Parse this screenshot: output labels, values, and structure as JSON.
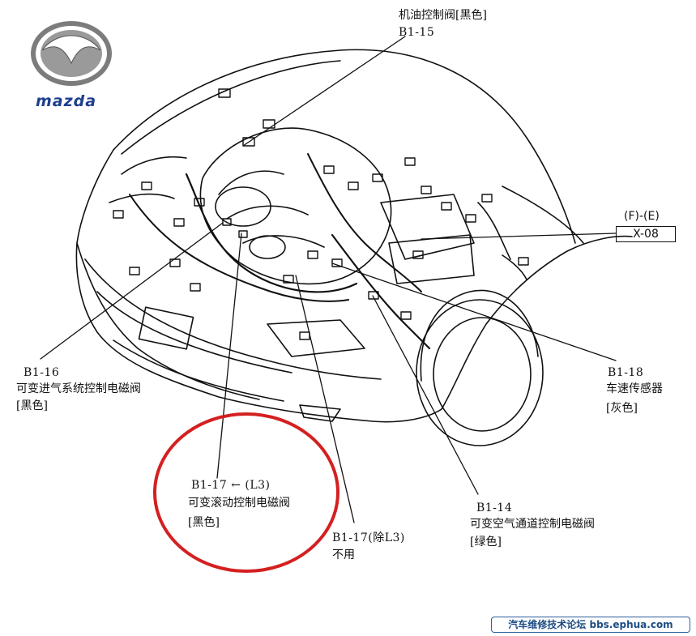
{
  "brand": {
    "name": "mazda",
    "logo_icon": "mazda-logo-icon",
    "color": "#1d3f8e"
  },
  "callouts": {
    "b1_15": {
      "name": "机油控制阀[黑色]",
      "code": "B1-15"
    },
    "b1_16": {
      "code": "B1-16",
      "name": "可变进气系统控制电磁阀",
      "color": "[黑色]"
    },
    "b1_17_l3": {
      "code": "B1-17",
      "arrow": "←",
      "variant": "(L3)",
      "name": "可变滚动控制电磁阀",
      "color": "[黑色]"
    },
    "b1_17_other": {
      "code": "B1-17(除L3)",
      "note": "不用"
    },
    "b1_14": {
      "code": "B1-14",
      "name": "可变空气通道控制电磁阀",
      "color": "[绿色]"
    },
    "b1_18": {
      "code": "B1-18",
      "name": "车速传感器",
      "color": "[灰色]"
    },
    "x08": {
      "grid": "(F)-(E)",
      "code": "X-08"
    }
  },
  "highlight": {
    "shape": "circle",
    "color": "#d42020"
  },
  "footer": {
    "text": "汽车维修技术论坛 bbs.ephua.com"
  }
}
